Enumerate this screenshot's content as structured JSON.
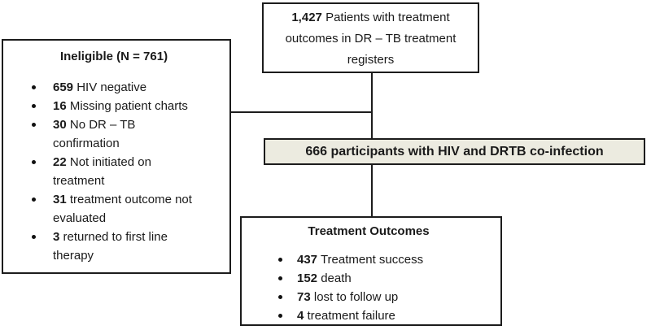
{
  "colors": {
    "border": "#1c1c1c",
    "cohort_background": "#ecebe0",
    "text": "#1a1a1a",
    "page_background": "#ffffff"
  },
  "top_box": {
    "count": "1,427",
    "text": "Patients with treatment outcomes in DR – TB treatment registers"
  },
  "ineligible_box": {
    "title": "Ineligible (N = 761)",
    "items": [
      {
        "count": "659",
        "text": "HIV negative"
      },
      {
        "count": "16",
        "text": "Missing patient charts"
      },
      {
        "count": "30",
        "text": "No DR – TB confirmation"
      },
      {
        "count": "22",
        "text": "Not initiated on treatment"
      },
      {
        "count": "31",
        "text": "treatment outcome not evaluated"
      },
      {
        "count": "3",
        "text": "returned to first line therapy"
      }
    ]
  },
  "cohort_box": {
    "label": "666 participants with HIV and DRTB co-infection"
  },
  "outcomes_box": {
    "title": "Treatment Outcomes",
    "items": [
      {
        "count": "437",
        "text": "Treatment success"
      },
      {
        "count": "152",
        "text": "death"
      },
      {
        "count": "73",
        "text": "lost to follow up"
      },
      {
        "count": "4",
        "text": "treatment failure"
      }
    ]
  }
}
